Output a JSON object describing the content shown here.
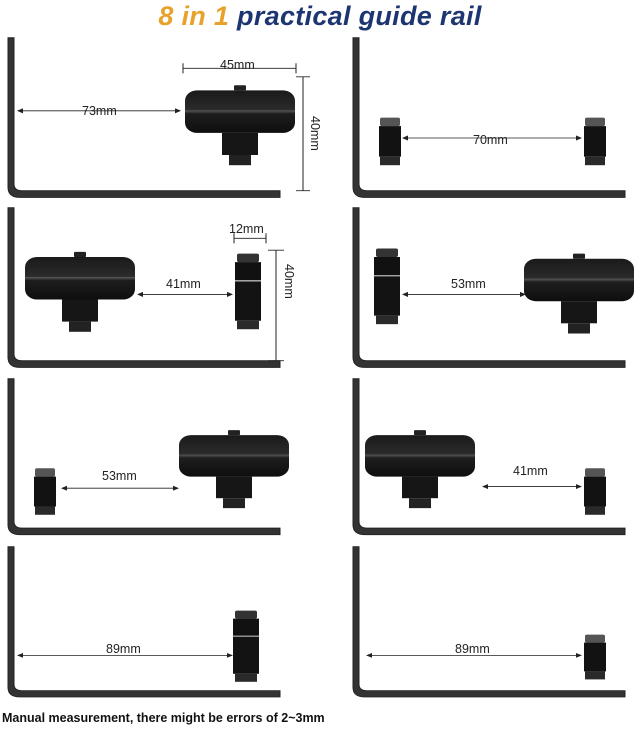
{
  "title": {
    "part1": "8 in 1",
    "part2": "practical guide rail",
    "colors": {
      "part1": "#e8a12a",
      "part2": "#1d3570"
    }
  },
  "panels": [
    {
      "position": "row1-left",
      "components": [
        "wheel"
      ],
      "measurements": {
        "gap": "73mm",
        "wheel_width": "45mm",
        "wheel_height": "40mm"
      }
    },
    {
      "position": "row1-right",
      "components": [
        "short-roller",
        "short-roller"
      ],
      "measurements": {
        "gap": "70mm"
      }
    },
    {
      "position": "row2-left",
      "components": [
        "wheel",
        "tall-roller"
      ],
      "measurements": {
        "gap": "41mm",
        "roller_width": "12mm",
        "roller_height": "40mm"
      }
    },
    {
      "position": "row2-right",
      "components": [
        "tall-roller",
        "wheel"
      ],
      "measurements": {
        "gap": "53mm"
      }
    },
    {
      "position": "row3-left",
      "components": [
        "short-roller",
        "wheel"
      ],
      "measurements": {
        "gap": "53mm"
      }
    },
    {
      "position": "row3-right",
      "components": [
        "wheel",
        "short-roller"
      ],
      "measurements": {
        "gap": "41mm"
      }
    },
    {
      "position": "row4-left",
      "components": [
        "tall-roller"
      ],
      "measurements": {
        "gap": "89mm"
      }
    },
    {
      "position": "row4-right",
      "components": [
        "short-roller"
      ],
      "measurements": {
        "gap": "89mm"
      }
    }
  ],
  "footer": {
    "note": "Manual measurement, there might be errors of 2~3mm"
  }
}
